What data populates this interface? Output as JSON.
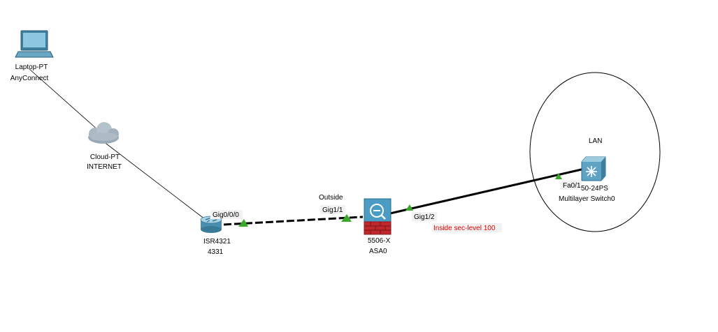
{
  "colors": {
    "background": "#ffffff",
    "cable": "#000000",
    "link_up": "#3aa829",
    "interface_label_bg": "#f2f2f2",
    "annotation_red": "#e60000",
    "device_blue": "#4a8fb0",
    "firewall_red": "#c0282b"
  },
  "devices": {
    "laptop": {
      "icon": "laptop-icon",
      "model": "Laptop-PT",
      "name": "AnyConnect"
    },
    "cloud": {
      "icon": "cloud-icon",
      "model": "Cloud-PT",
      "name": "INTERNET"
    },
    "router": {
      "icon": "router-icon",
      "model": "ISR4321",
      "name": "4331"
    },
    "asa": {
      "icon": "firewall-icon",
      "model": "5506-X",
      "name": "ASA0"
    },
    "switch": {
      "icon": "multilayer-switch-icon",
      "model": "50-24PS",
      "name": "Multilayer Switch0"
    }
  },
  "interfaces": {
    "router_gig000": "Gig0/0/0",
    "asa_gig11": "Gig1/1",
    "asa_gig12": "Gig1/2",
    "switch_fa01": "Fa0/1"
  },
  "notes": {
    "outside": "Outside",
    "inside": "Inside sec-level 100",
    "lan": "LAN"
  }
}
